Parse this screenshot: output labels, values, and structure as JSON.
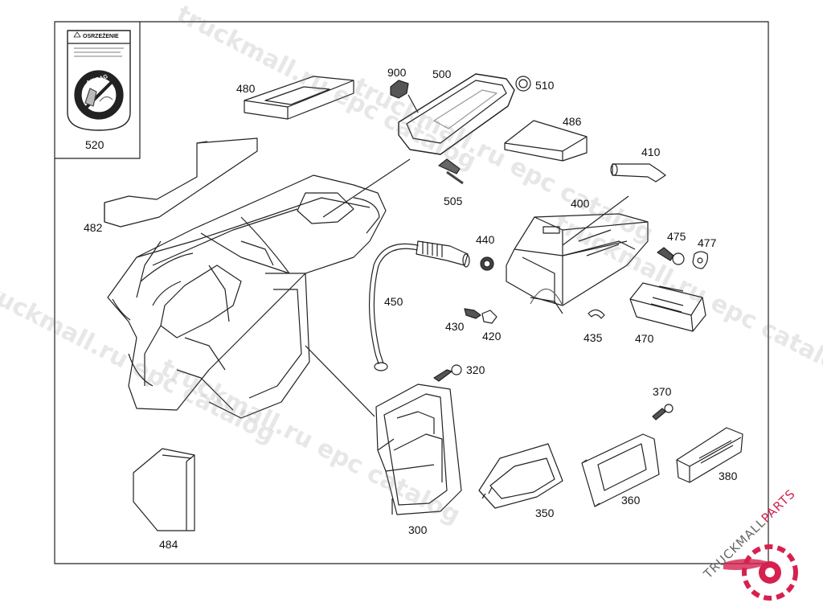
{
  "watermark": {
    "texts": [
      "truckmall.ru epc catalog",
      "truckmall.ru epc catalog",
      "truckmall.ru epc catalog",
      "truckmall.ru epc catalog",
      "truckmall.ru epc catalog"
    ]
  },
  "warning_label": {
    "title": "OSRZEŻENIE",
    "badge": "AIRBAG"
  },
  "parts": [
    {
      "id": "p520",
      "label": "520"
    },
    {
      "id": "p480",
      "label": "480"
    },
    {
      "id": "p900",
      "label": "900"
    },
    {
      "id": "p500",
      "label": "500"
    },
    {
      "id": "p510",
      "label": "510"
    },
    {
      "id": "p486",
      "label": "486"
    },
    {
      "id": "p410",
      "label": "410"
    },
    {
      "id": "p505",
      "label": "505"
    },
    {
      "id": "p482",
      "label": "482"
    },
    {
      "id": "p400",
      "label": "400"
    },
    {
      "id": "p440",
      "label": "440"
    },
    {
      "id": "p475",
      "label": "475"
    },
    {
      "id": "p477",
      "label": "477"
    },
    {
      "id": "p450",
      "label": "450"
    },
    {
      "id": "p430",
      "label": "430"
    },
    {
      "id": "p420",
      "label": "420"
    },
    {
      "id": "p435",
      "label": "435"
    },
    {
      "id": "p470",
      "label": "470"
    },
    {
      "id": "p320",
      "label": "320"
    },
    {
      "id": "p370",
      "label": "370"
    },
    {
      "id": "p380",
      "label": "380"
    },
    {
      "id": "p360",
      "label": "360"
    },
    {
      "id": "p350",
      "label": "350"
    },
    {
      "id": "p300",
      "label": "300"
    },
    {
      "id": "p484",
      "label": "484"
    }
  ],
  "brand_logo": {
    "text_dark": "TRUCKMALL",
    "text_accent": "PARTS",
    "accent_color": "#d6214f",
    "dark_color": "#666666"
  }
}
